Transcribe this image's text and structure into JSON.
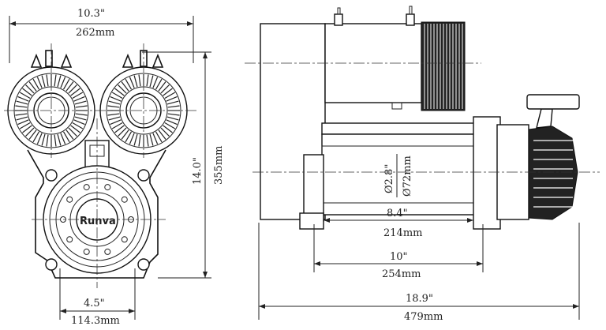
{
  "dimensions": {
    "front_width_in": "10.3\"",
    "front_width_mm": "262mm",
    "front_height_in": "14.0\"",
    "front_height_mm": "355mm",
    "base_width_in": "4.5\"",
    "base_width_mm": "114.3mm",
    "drum_diameter_in": "Ø2.8\"",
    "drum_diameter_mm": "Ø72mm",
    "drum_length_in": "8.4\"",
    "drum_length_mm": "214mm",
    "mount_spacing_in": "10\"",
    "mount_spacing_mm": "254mm",
    "overall_length_in": "18.9\"",
    "overall_length_mm": "479mm"
  },
  "brand_logo": "Runva"
}
